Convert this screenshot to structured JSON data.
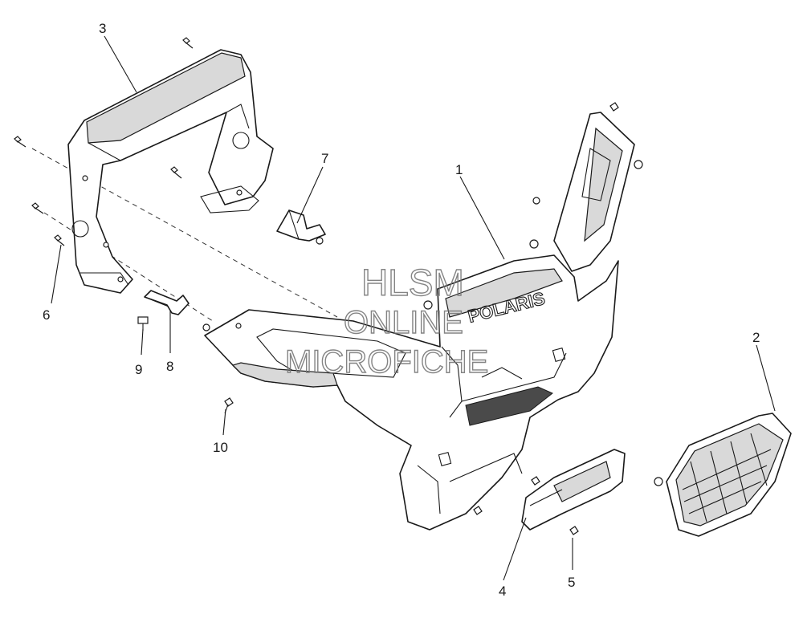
{
  "watermark": {
    "line1": "HLSM",
    "line2": "ONLINE",
    "line3": "MICROFICHE"
  },
  "brand_text": "POLARIS",
  "callouts": [
    {
      "number": "1"
    },
    {
      "number": "2"
    },
    {
      "number": "3"
    },
    {
      "number": "4"
    },
    {
      "number": "5"
    },
    {
      "number": "6"
    },
    {
      "number": "7"
    },
    {
      "number": "8"
    },
    {
      "number": "9"
    },
    {
      "number": "10"
    }
  ]
}
